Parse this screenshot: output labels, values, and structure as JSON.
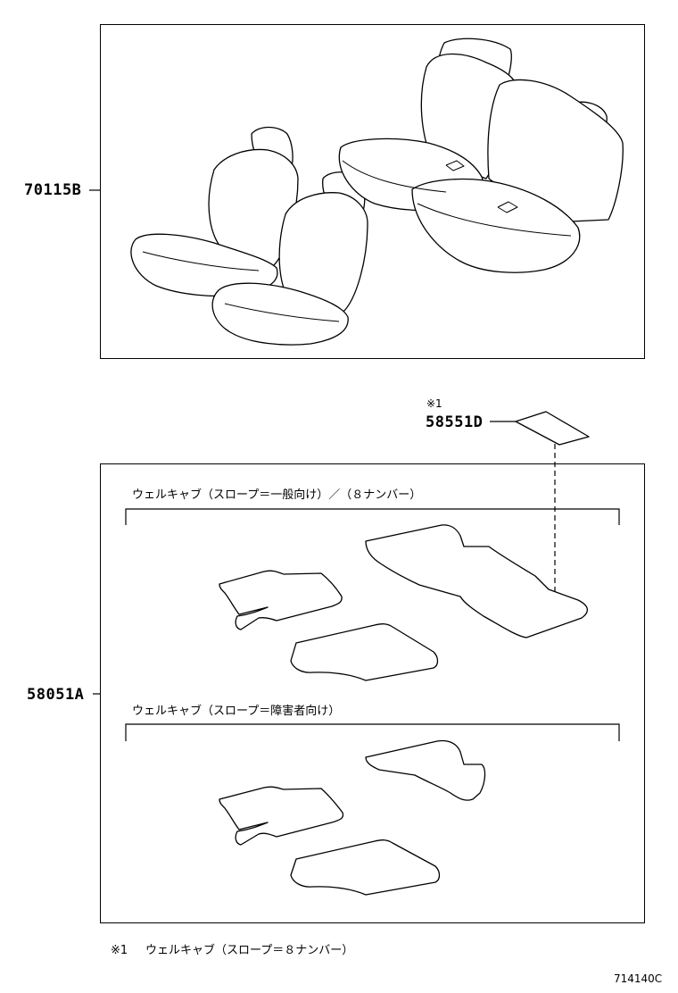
{
  "parts": {
    "seat_cover": "70115B",
    "mat_note": "58551D",
    "floor_mat": "58051A"
  },
  "note_marker": "※1",
  "group1_caption": "ウェルキャブ（スロープ＝一般向け）／（８ナンバー）",
  "group2_caption": "ウェルキャブ（スロープ＝障害者向け）",
  "footnote": {
    "marker": "※1",
    "text": "ウェルキャブ（スロープ＝８ナンバー）"
  },
  "diagram_code": "714140C"
}
